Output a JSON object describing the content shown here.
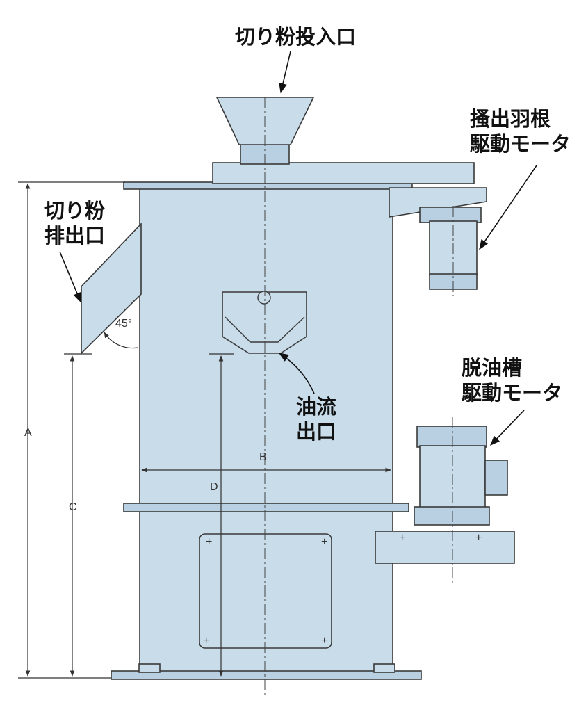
{
  "labels": {
    "feed_inlet": "切り粉投入口",
    "stirring_motor_l1": "搔出羽根",
    "stirring_motor_l2": "駆動モータ",
    "discharge_l1": "切り粉",
    "discharge_l2": "排出口",
    "oil_outlet_l1": "油流",
    "oil_outlet_l2": "出口",
    "tank_motor_l1": "脱油槽",
    "tank_motor_l2": "駆動モータ"
  },
  "dimensions": {
    "a": "A",
    "b": "B",
    "c": "C",
    "d": "D",
    "angle": "45°"
  }
}
